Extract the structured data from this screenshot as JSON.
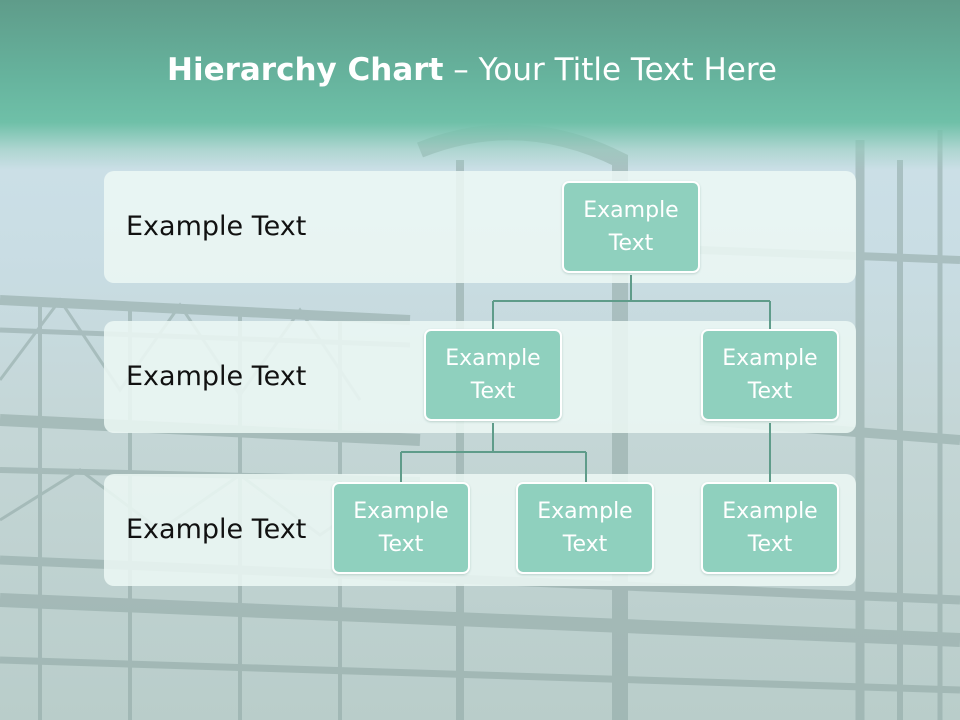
{
  "title": {
    "bold": "Hierarchy Chart",
    "separator": " – ",
    "rest": "Your Title Text Here"
  },
  "levels": [
    {
      "label": "Example Text"
    },
    {
      "label": "Example Text"
    },
    {
      "label": "Example Text"
    }
  ],
  "nodes": {
    "root": "Example\nText",
    "level2_left": "Example\nText",
    "level2_right": "Example\nText",
    "level3_a": "Example\nText",
    "level3_b": "Example\nText",
    "level3_c": "Example\nText"
  },
  "colors": {
    "header": "#66b39d",
    "node_fill": "#8fd0be",
    "node_border": "#ffffff",
    "connector": "#5f9c8a",
    "band_fill": "#ecf8f4"
  }
}
